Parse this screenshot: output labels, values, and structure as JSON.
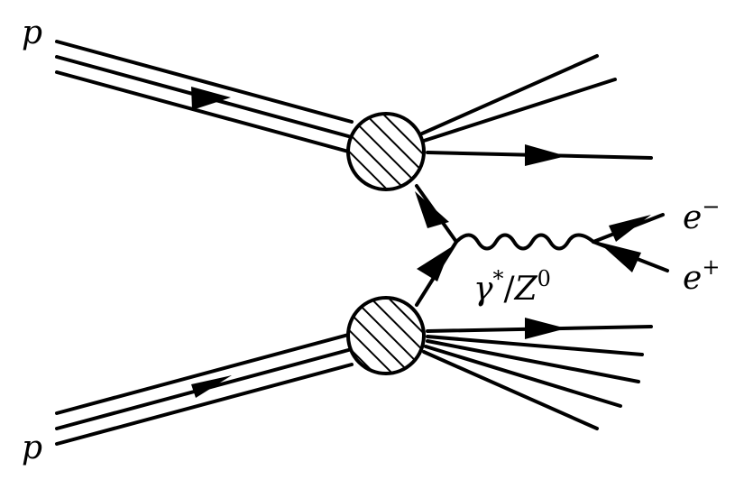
{
  "labels": {
    "proton_top": "p",
    "proton_bottom": "p",
    "electron_base": "e",
    "electron_sup": "−",
    "positron_base": "e",
    "positron_sup": "+",
    "boson_gamma": "γ",
    "boson_star": "*",
    "boson_slash": "/",
    "boson_z": "Z",
    "boson_sup": "0"
  },
  "colors": {
    "line": "#000000",
    "background": "#ffffff"
  }
}
